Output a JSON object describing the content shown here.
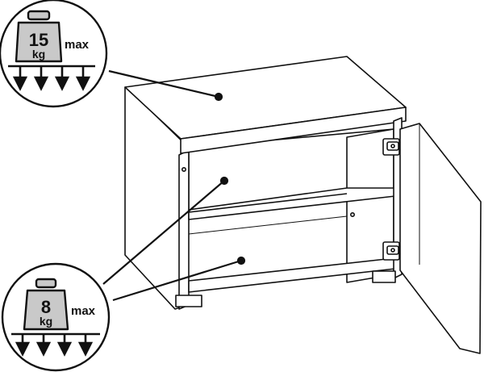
{
  "diagram": {
    "top_load": {
      "value": "15",
      "unit": "kg",
      "qualifier": "max"
    },
    "shelf_load": {
      "value": "8",
      "unit": "kg",
      "qualifier": "max"
    },
    "colors": {
      "line": "#111111",
      "weight_fill": "#c9c9c9",
      "background": "#ffffff"
    },
    "icons": [
      "weight-icon",
      "down-arrow-icon",
      "cabinet-illustration",
      "hinge-icon"
    ]
  }
}
